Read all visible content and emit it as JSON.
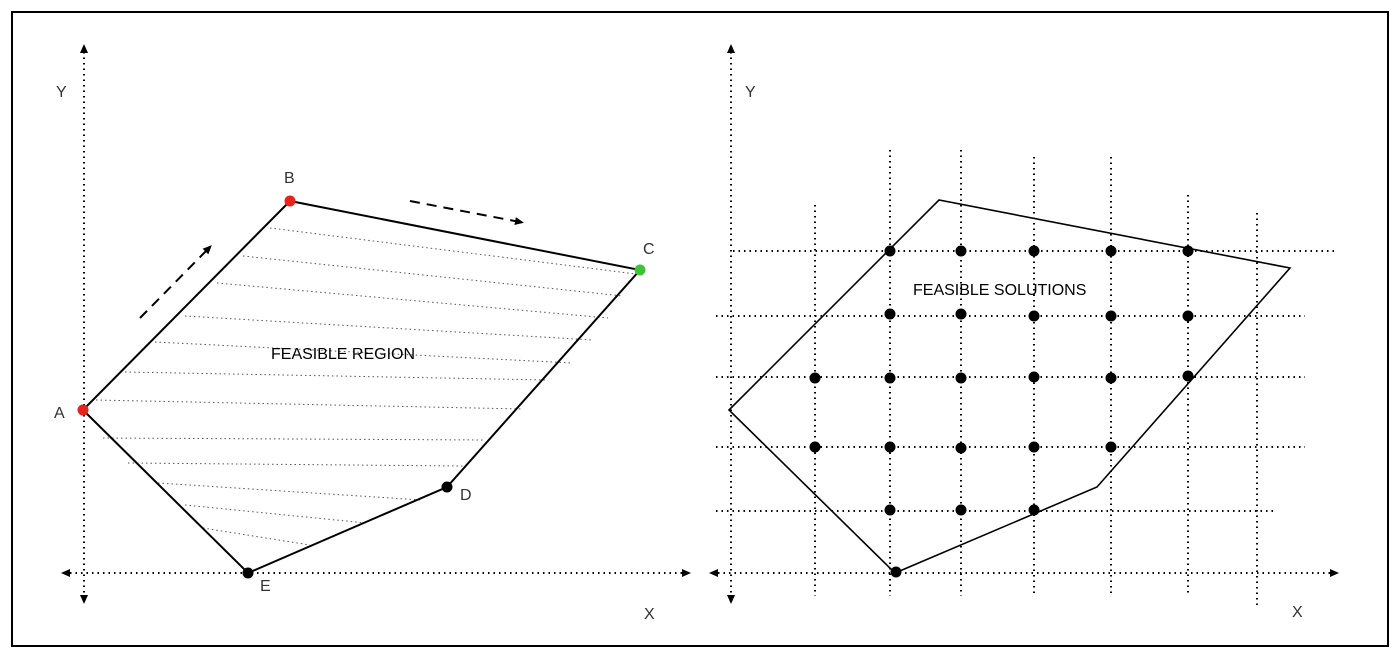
{
  "left_panel": {
    "axis_x_label": "X",
    "axis_y_label": "Y",
    "region_label": "FEASIBLE REGION",
    "vertices": [
      {
        "label": "A",
        "color": "#e8231b"
      },
      {
        "label": "B",
        "color": "#e8231b"
      },
      {
        "label": "C",
        "color": "#3ec23a"
      },
      {
        "label": "D",
        "color": "#000000"
      },
      {
        "label": "E",
        "color": "#000000"
      }
    ]
  },
  "right_panel": {
    "axis_x_label": "X",
    "axis_y_label": "Y",
    "region_label": "FEASIBLE SOLUTIONS",
    "point_color": "#000000"
  },
  "colors": {
    "stroke": "#000000",
    "hatch": "#555555",
    "frame": "#000000"
  }
}
